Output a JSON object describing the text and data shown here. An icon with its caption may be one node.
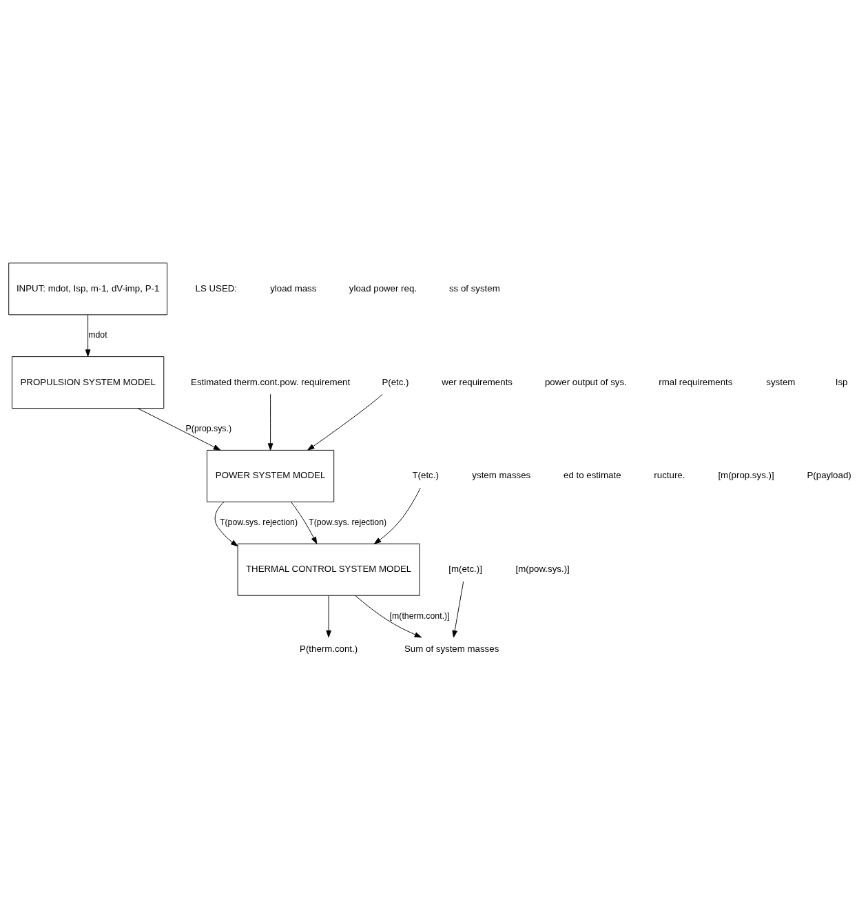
{
  "diagram": {
    "nodes": [
      {
        "text": [
          "INPUT: mdot, Isp, m-1, dV-imp, P-1"
        ]
      },
      {
        "text": [
          "PROPULSION SYSTEM MODEL"
        ]
      },
      {
        "text": [
          "POWER SYSTEM MODEL"
        ]
      },
      {
        "text": [
          "THERMAL CONTROL SYSTEM MODEL"
        ]
      },
      {
        "text": [
          "Estimated therm.cont.pow. requirement"
        ]
      },
      {
        "text": [
          "P(etc.)"
        ]
      },
      {
        "text": [
          "T(etc.)"
        ]
      },
      {
        "text": [
          "P(therm.cont.)"
        ]
      },
      {
        "text": [
          "[m(etc.)]"
        ]
      },
      {
        "text": [
          "Sum of system masses"
        ]
      }
    ],
    "edges": [
      {
        "from": 0,
        "to": 1,
        "arrow": "to",
        "label": "mdot"
      },
      {
        "from": 1,
        "to": 2,
        "arrow": "to",
        "label": "P(prop.sys.)"
      },
      {
        "from": 4,
        "to": 2,
        "arrow": "to"
      },
      {
        "from": 5,
        "to": 2,
        "arrow": "to"
      },
      {
        "from": 2,
        "to": 3,
        "arrow": "to",
        "label": "T(pow.sys. rejection)"
      },
      {
        "from": 2,
        "to": 3,
        "arrow": "to",
        "label": "T(pow.sys. rejection)"
      },
      {
        "from": 6,
        "to": 3,
        "arrow": "to"
      },
      {
        "from": 3,
        "to": 7,
        "arrow": "to"
      },
      {
        "from": 3,
        "to": 9,
        "arrow": "to",
        "label": "[m(therm.cont.)]"
      },
      {
        "from": 8,
        "to": 9,
        "arrow": "to"
      }
    ],
    "labels": [
      "LS USED:",
      "yload mass",
      "yload power req.",
      "ss of system",
      "wer requirements",
      "power output of sys.",
      "rmal requirements",
      "system",
      "ystem masses",
      "ed to estimate",
      "ructure.",
      "Isp",
      "[m(prop.sys.)]",
      "P(payload)",
      "[m(pow.sys.)]"
    ]
  }
}
